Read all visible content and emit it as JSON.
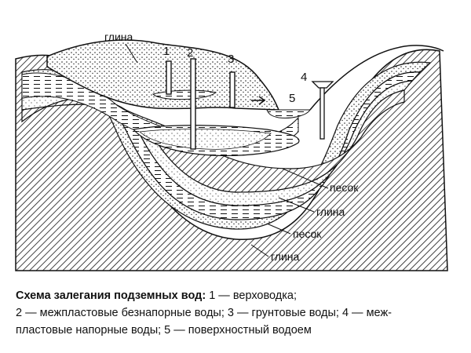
{
  "labels": {
    "clay_top": "глина",
    "sand_inner": "песок",
    "clay_middle": "глина",
    "sand_outer": "песок",
    "clay_bottom": "глина"
  },
  "markers": [
    "1",
    "2",
    "3",
    "4",
    "5"
  ],
  "caption": {
    "title": "Схема залегания подземных вод:",
    "line1": " 1 — верховодка;",
    "line2": "2 — межпластовые безнапорные воды; 3 — грунтовые воды; 4 — меж-",
    "line3": "пластовые напорные воды; 5 — поверхностный водоем"
  }
}
